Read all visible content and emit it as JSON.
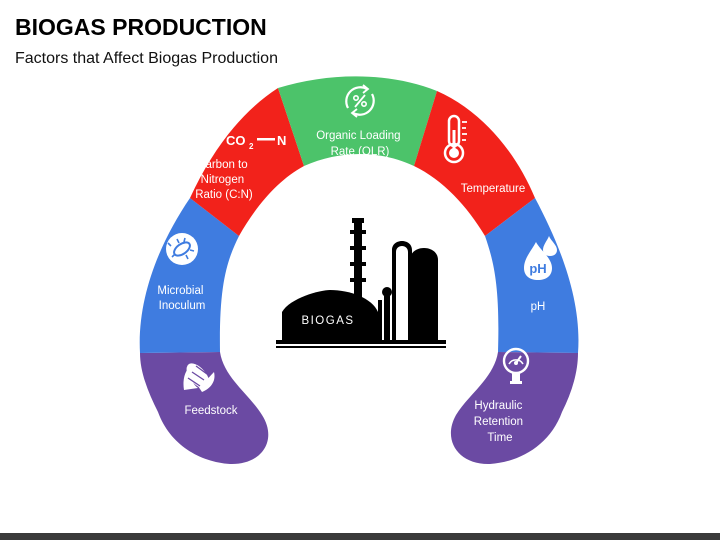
{
  "title": "BIOGAS PRODUCTION",
  "subtitle": "Factors that Affect Biogas Production",
  "center_label": "BIOGAS",
  "co2_text": "CO",
  "co2_sub": "2",
  "co2_n": "N",
  "ph_icon_text": "pH",
  "colors": {
    "green": "#4cc36a",
    "red": "#f2221b",
    "blue": "#3f7ce0",
    "purple": "#6b4aa3",
    "plant": "#000000"
  },
  "segments": [
    {
      "id": "feedstock",
      "icon": "corn-icon",
      "color": "purple",
      "lines": [
        "Feedstock"
      ]
    },
    {
      "id": "microbial-inoculum",
      "icon": "microbe-icon",
      "color": "blue",
      "lines": [
        "Microbial",
        "Inoculum"
      ]
    },
    {
      "id": "cn-ratio",
      "icon": "co2-n-icon",
      "color": "red",
      "lines": [
        "Carbon to",
        "Nitrogen",
        "Ratio (C:N)"
      ]
    },
    {
      "id": "olr",
      "icon": "percent-refresh-icon",
      "color": "green",
      "lines": [
        "Organic Loading",
        "Rate (OLR)"
      ]
    },
    {
      "id": "temperature",
      "icon": "thermometer-icon",
      "color": "red",
      "lines": [
        "Temperature"
      ]
    },
    {
      "id": "ph",
      "icon": "droplets-ph-icon",
      "color": "blue",
      "lines": [
        "pH"
      ]
    },
    {
      "id": "hrt",
      "icon": "gauge-icon",
      "color": "purple",
      "lines": [
        "Hydraulic",
        "Retention",
        "Time"
      ]
    }
  ]
}
